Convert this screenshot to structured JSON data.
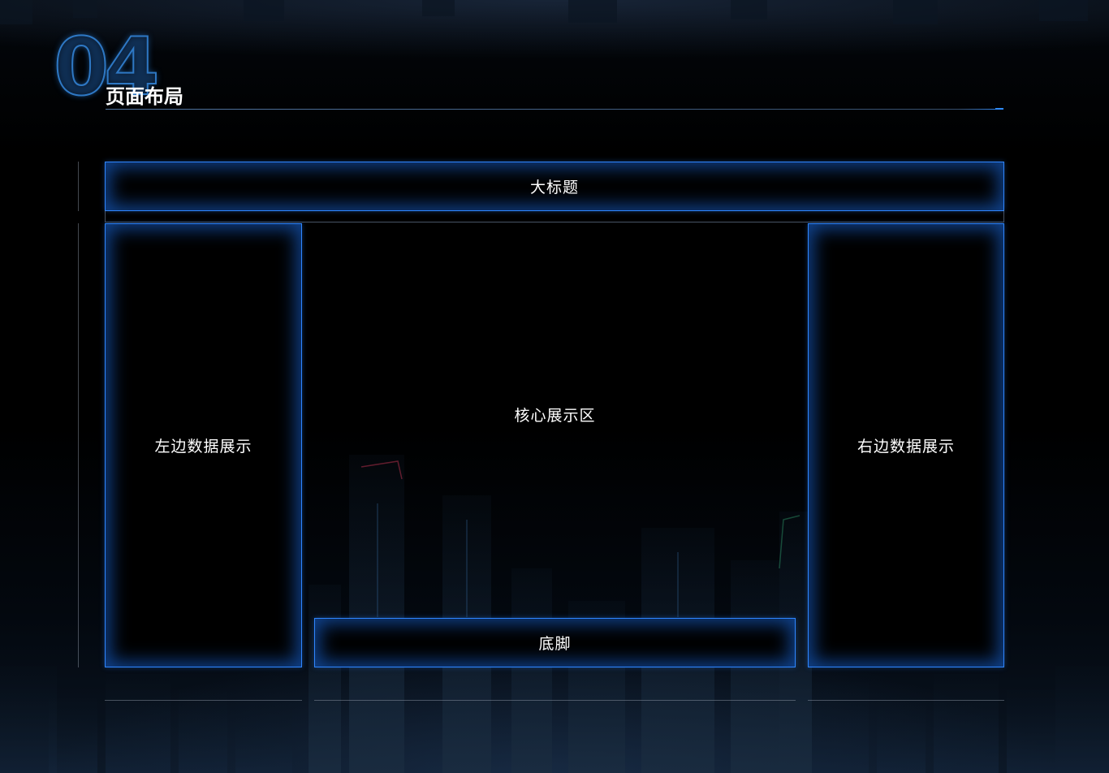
{
  "slide": {
    "section_number": "04",
    "section_title": "页面布局"
  },
  "layout": {
    "header_label": "大标题",
    "left_label": "左边数据展示",
    "core_label": "核心展示区",
    "right_label": "右边数据展示",
    "footer_label": "底脚"
  },
  "colors": {
    "accent_blue": "#2f86ff",
    "background": "#000000"
  }
}
